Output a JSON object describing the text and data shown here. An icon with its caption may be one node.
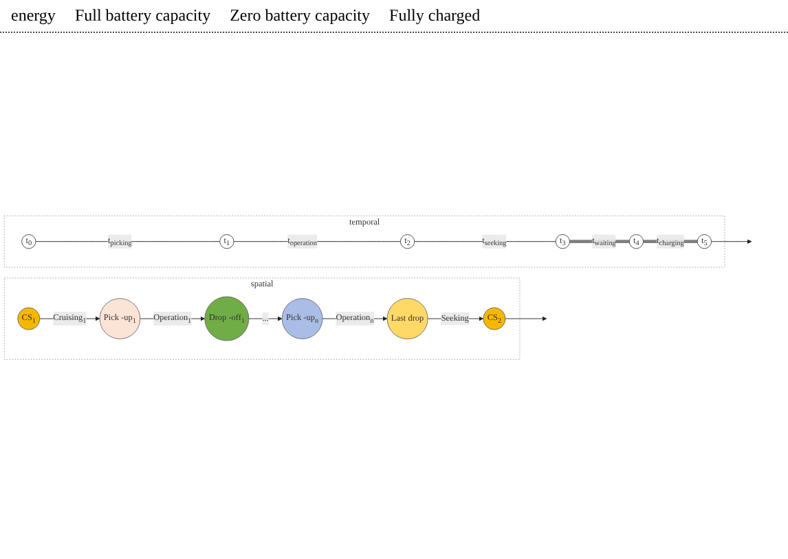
{
  "diagram": {
    "nodes": [
      {
        "text": [
          "spatial"
        ]
      },
      {
        "text": [
          "CS$_{1}$"
        ],
        "in": 0
      },
      {
        "text": [
          "Pick -up$_{1}$"
        ],
        "in": 0
      },
      {
        "text": [
          "Drop -off$_{1}$"
        ],
        "in": 0
      },
      {
        "text": [
          "Pick -up$_{n}$"
        ],
        "in": 0
      },
      {
        "text": [
          "Last drop"
        ],
        "in": 0
      },
      {
        "text": [
          "CS$_{2}$"
        ],
        "in": 0
      },
      {
        "text": [
          "temporal"
        ]
      },
      {
        "text": [
          "t$_{0}$"
        ],
        "in": 7
      },
      {
        "text": [
          "t$_{1}$"
        ],
        "in": 7
      },
      {
        "text": [
          "t$_{2}$"
        ],
        "in": 7
      },
      {
        "text": [
          "t$_{3}$"
        ],
        "in": 7
      },
      {
        "text": [
          "t$_{4}$"
        ],
        "in": 7
      },
      {
        "text": [
          "t$_{5}$"
        ],
        "in": 7
      }
    ],
    "edges": [
      {
        "from": 1,
        "to": 2,
        "arrow": "to",
        "label": "Cruising$_{1}$"
      },
      {
        "from": 2,
        "to": 3,
        "arrow": "to",
        "label": "Operation$_{1}$"
      },
      {
        "from": 3,
        "to": 4,
        "arrow": "to",
        "label": "..."
      },
      {
        "from": 4,
        "to": 5,
        "arrow": "to",
        "label": "Operation$_{n}$"
      },
      {
        "from": 5,
        "to": 6,
        "arrow": "to",
        "label": "Seeking"
      },
      {
        "from": 6,
        "to": null,
        "arrow": "to"
      },
      {
        "from": 8,
        "to": 9,
        "arrow": "none",
        "label": "t$_{picking}$"
      },
      {
        "from": 9,
        "to": 10,
        "arrow": "none",
        "label": "t$_{operation}$"
      },
      {
        "from": 10,
        "to": 11,
        "arrow": "none",
        "label": "t$_{seeking}$"
      },
      {
        "from": 11,
        "to": 12,
        "arrow": "none",
        "label": "t$_{waiting}$",
        "style": "thick",
        "color": "#808080"
      },
      {
        "from": 12,
        "to": 13,
        "arrow": "none",
        "label": "t$_{charging}$",
        "style": "thick",
        "color": "#808080"
      },
      {
        "from": 13,
        "to": null,
        "arrow": "to"
      }
    ],
    "labels": [
      "energy",
      "Full battery capacity",
      "Zero battery capacity",
      "Fully charged"
    ]
  }
}
